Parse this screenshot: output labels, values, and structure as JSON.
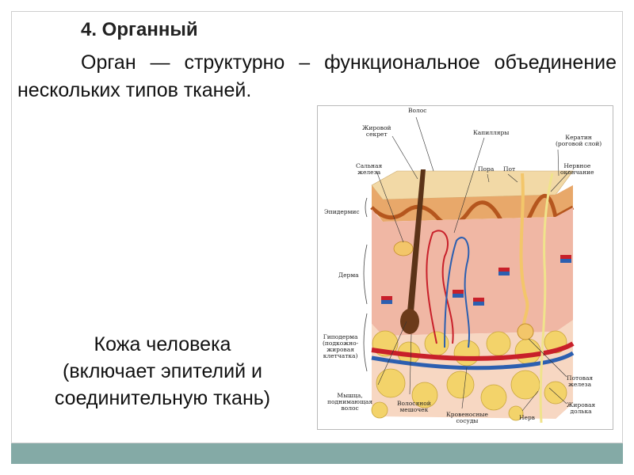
{
  "slide": {
    "heading": "4. Органный",
    "definition": "Орган — структурно – функциональное объединение нескольких типов тканей.",
    "caption": {
      "line1": "Кожа человека",
      "line2": "(включает эпителий и",
      "line3": "соединительную ткань)"
    },
    "footer_color": "#84aaa6"
  },
  "diagram": {
    "labels": {
      "hair": "Волос",
      "fat_secretion": "Жировой\nсекрет",
      "capillaries": "Капилляры",
      "keratin": "Кератин\n(роговой слой)",
      "sebaceous_gland": "Сальная\nжелеза",
      "pore": "Пора",
      "sweat": "Пот",
      "nerve_ending": "Нервное\nокончание",
      "epidermis": "Эпидермис",
      "dermis": "Дерма",
      "hypodermis": "Гиподерма\n(подкожно-\nжировая\nклетчатка)",
      "sweat_gland": "Потовая\nжелеза",
      "fat_lobule": "Жировая\nдолька",
      "muscle": "Мышца,\nподнимающая\nволос",
      "hair_follicle": "Волосяной\nмешочек",
      "blood_vessels": "Кровеносные\nсосуды",
      "nerve": "Нерв"
    }
  }
}
